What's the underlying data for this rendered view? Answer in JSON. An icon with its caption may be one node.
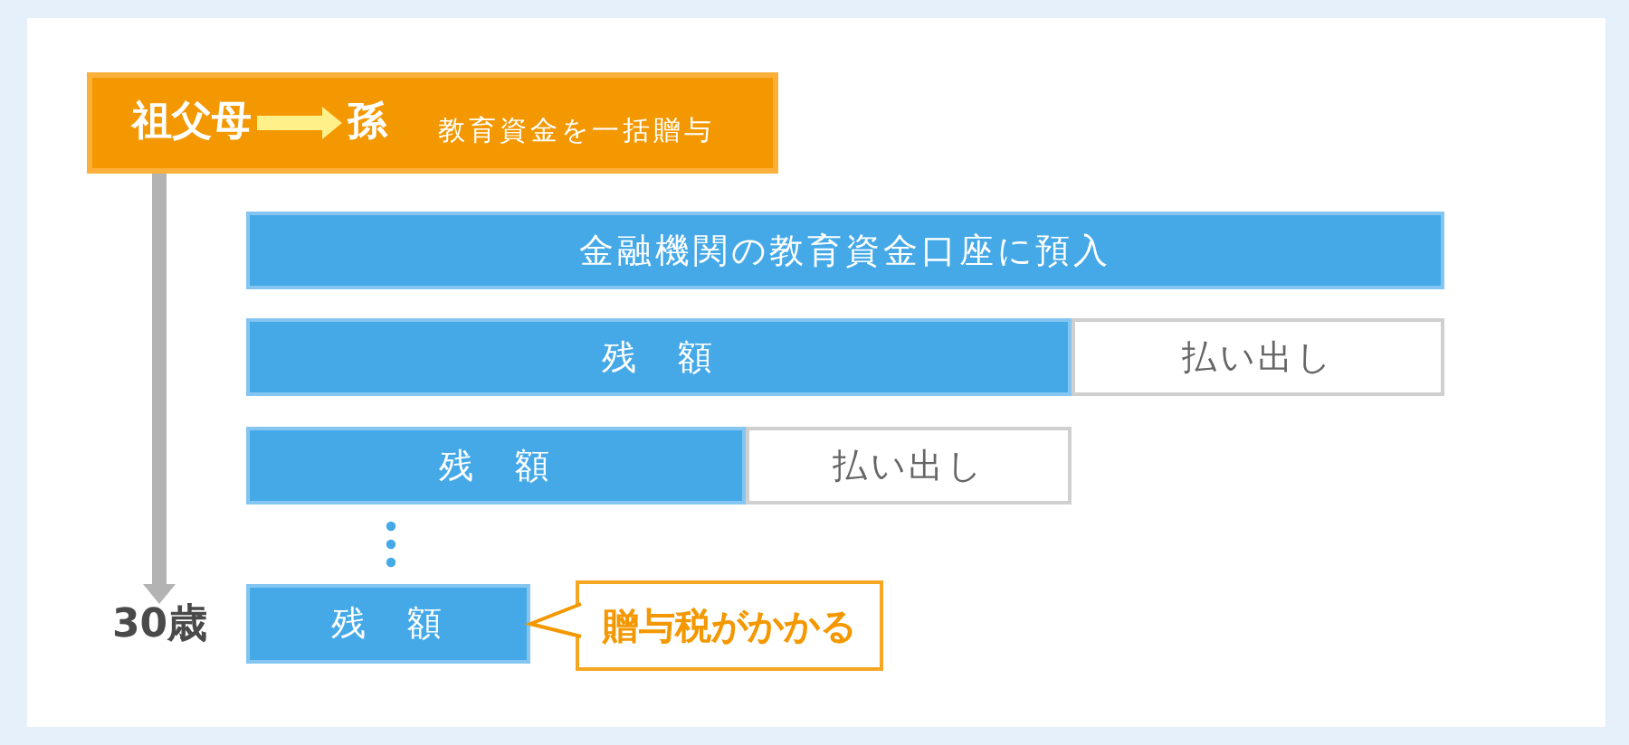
{
  "diagram": {
    "nodes": [
      {
        "text": [
          "教育資金を一括贈与"
        ]
      },
      {
        "text": [
          "祖父母"
        ],
        "in": 0
      },
      {
        "text": [
          "孫"
        ],
        "in": 0
      },
      {
        "text": [
          "金融機関の教育資金口座に預入"
        ]
      },
      {
        "text": [
          "残　額"
        ]
      },
      {
        "text": [
          "払い出し"
        ]
      },
      {
        "text": [
          "残　額"
        ]
      },
      {
        "text": [
          "払い出し"
        ]
      },
      {
        "text": [
          "30歳"
        ]
      },
      {
        "text": [
          "残　額"
        ]
      },
      {
        "text": [
          "贈与税がかかる"
        ]
      }
    ],
    "edges": [
      {
        "from": 1,
        "to": 2,
        "arrow": "to",
        "color": "#fff08a"
      },
      {
        "from": 0,
        "to": 8,
        "arrow": "to",
        "color": "#b3b3b3"
      },
      {
        "from": 10,
        "to": 9,
        "arrow": "to",
        "color": "#f39800"
      }
    ]
  }
}
